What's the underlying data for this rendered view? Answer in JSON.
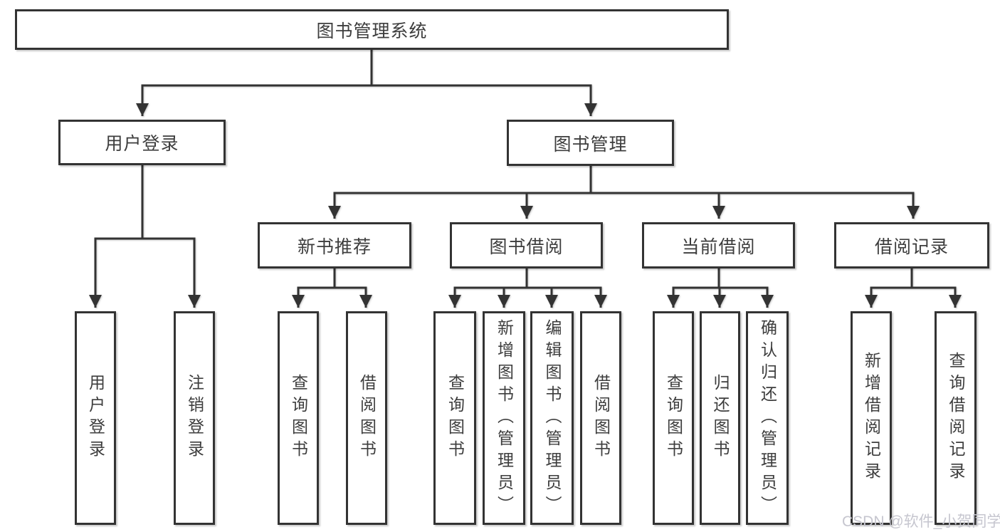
{
  "diagram": {
    "type": "tree",
    "title": "图书管理系统",
    "watermark": "CSDN @软件_小贺同学",
    "colors": {
      "line": "#333333",
      "box_border": "#333333",
      "box_fill": "#ffffff",
      "text": "#3d3d3d",
      "watermark": "#c6c6cf",
      "background": "#ffffff"
    },
    "root": {
      "label": "图书管理系统",
      "children": [
        {
          "label": "用户登录",
          "children": [
            {
              "label": "用户登录"
            },
            {
              "label": "注销登录"
            }
          ]
        },
        {
          "label": "图书管理",
          "children": [
            {
              "label": "新书推荐",
              "children": [
                {
                  "label": "查询图书"
                },
                {
                  "label": "借阅图书"
                }
              ]
            },
            {
              "label": "图书借阅",
              "children": [
                {
                  "label": "查询图书"
                },
                {
                  "label": "新增图书（管理员）"
                },
                {
                  "label": "编辑图书（管理员）"
                },
                {
                  "label": "借阅图书"
                }
              ]
            },
            {
              "label": "当前借阅",
              "children": [
                {
                  "label": "查询图书"
                },
                {
                  "label": "归还图书"
                },
                {
                  "label": "确认归还（管理员）"
                }
              ]
            },
            {
              "label": "借阅记录",
              "children": [
                {
                  "label": "新增借阅记录"
                },
                {
                  "label": "查询借阅记录"
                }
              ]
            }
          ]
        }
      ]
    }
  }
}
